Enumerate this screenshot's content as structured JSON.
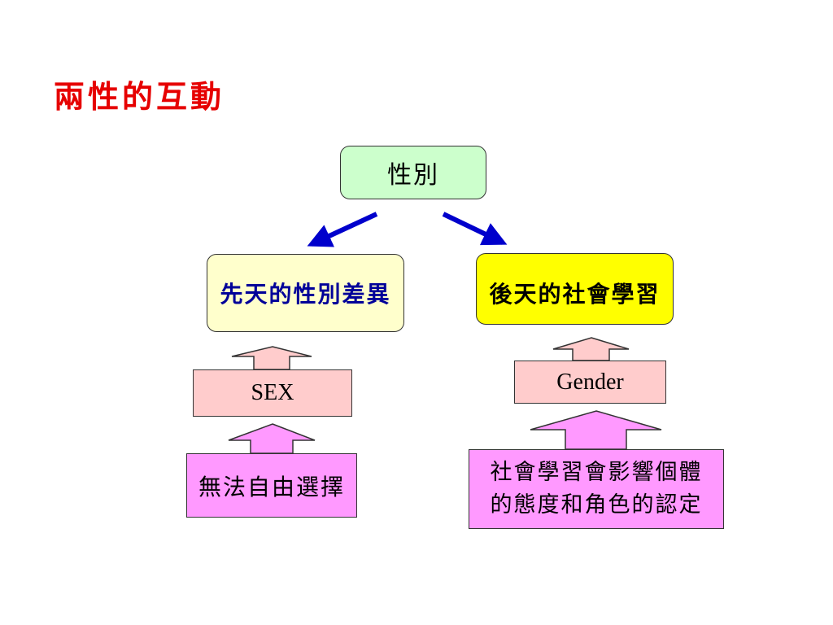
{
  "title": "兩性的互動",
  "root": {
    "label": "性別"
  },
  "left_branch": {
    "label": "先天的性別差異",
    "term": "SEX",
    "description": "無法自由選擇"
  },
  "right_branch": {
    "label": "後天的社會學習",
    "term": "Gender",
    "description_lines": [
      "社會學習會影響個體",
      "的態度和角色的認定"
    ]
  },
  "colors": {
    "title": "#e60000",
    "root_fill": "#ccffcc",
    "left_fill": "#ffffcc",
    "right_fill": "#ffff00",
    "term_fill": "#ffcccc",
    "description_fill": "#ff99ff",
    "arrow_blue": "#0000cc",
    "block_arrow_fill": "#ffcccc"
  }
}
